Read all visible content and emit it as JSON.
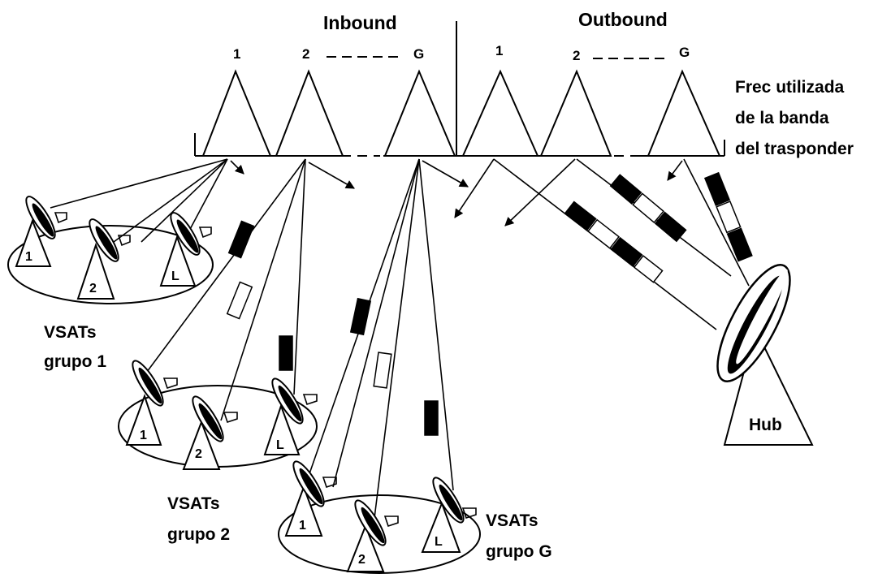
{
  "header": {
    "inbound": "Inbound",
    "outbound": "Outbound"
  },
  "inbound_channels": [
    "1",
    "2",
    "G"
  ],
  "outbound_channels": [
    "1",
    "2",
    "G"
  ],
  "band_label": [
    "Frec utilizada",
    "de la banda",
    "del trasponder"
  ],
  "groups": [
    {
      "label": [
        "VSATs",
        "grupo 1"
      ],
      "terminals": [
        "1",
        "2",
        "L"
      ]
    },
    {
      "label": [
        "VSATs",
        "grupo 2"
      ],
      "terminals": [
        "1",
        "2",
        "L"
      ]
    },
    {
      "label": [
        "VSATs",
        "grupo G"
      ],
      "terminals": [
        "1",
        "2",
        "L"
      ]
    }
  ],
  "hub_label": "Hub"
}
